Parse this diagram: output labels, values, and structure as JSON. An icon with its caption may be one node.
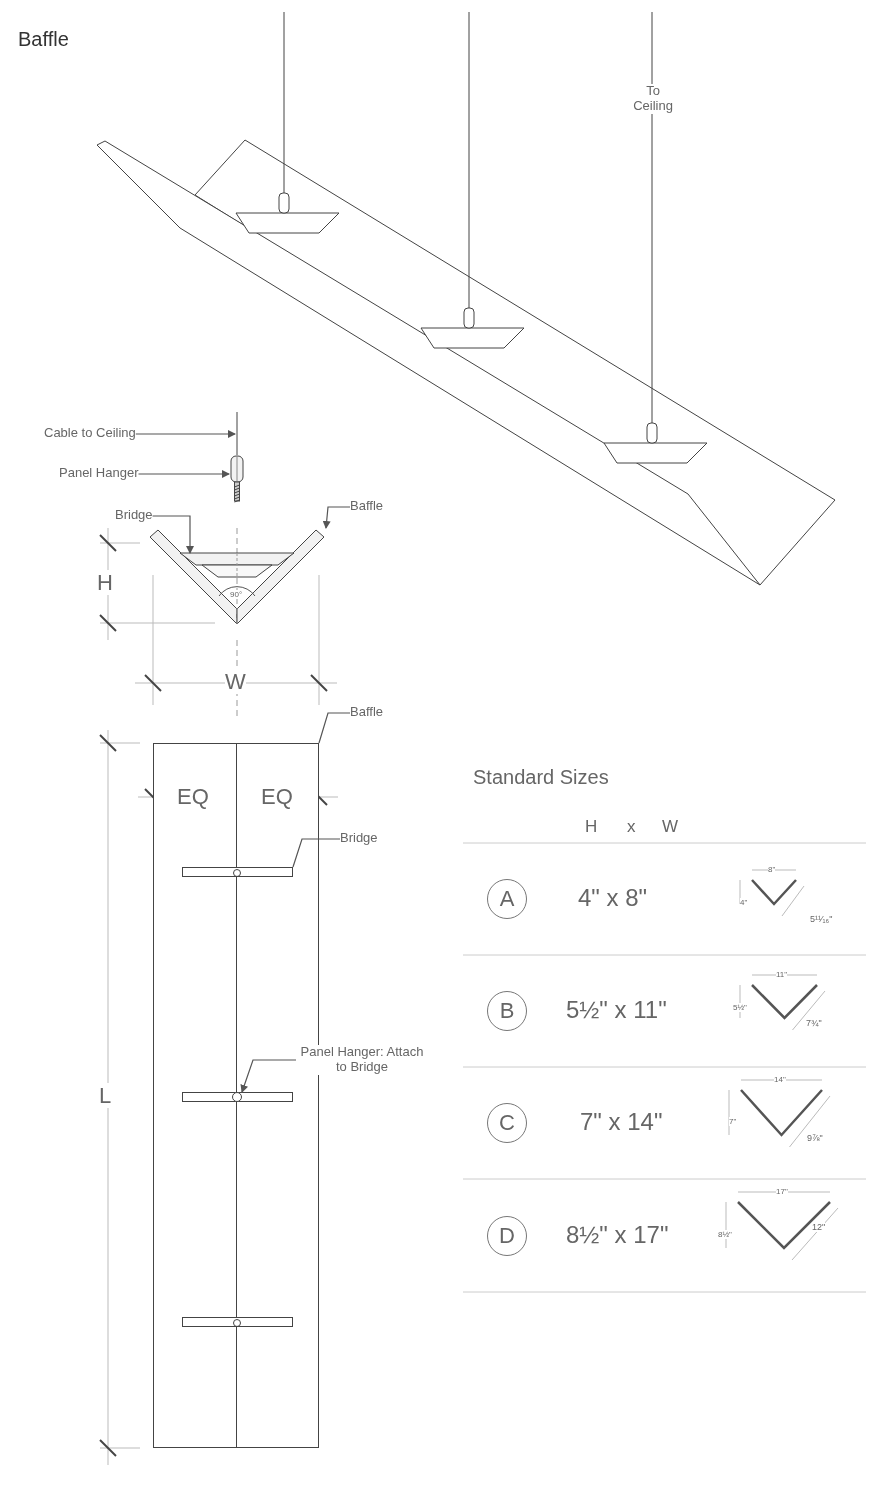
{
  "diagram": {
    "title": "Baffle",
    "nodes": [
      {
        "text": [
          "Cable to Ceiling"
        ]
      },
      {
        "text": [],
        "shape": "line"
      },
      {
        "text": [
          "Panel Hanger"
        ]
      },
      {
        "text": [],
        "shape": "picture"
      },
      {
        "text": [
          "Bridge"
        ]
      },
      {
        "text": [],
        "shape": "picture",
        "in": 7
      },
      {
        "text": [
          "Baffle"
        ]
      },
      {
        "text": [],
        "shape": "picture"
      },
      {
        "text": [
          "Baffle"
        ]
      },
      {
        "text": [],
        "shape": "box"
      },
      {
        "text": [
          "Bridge"
        ]
      },
      {
        "text": [],
        "shape": "bar",
        "in": 9
      },
      {
        "text": [
          "Panel Hanger: Attach to Bridge"
        ]
      },
      {
        "text": [],
        "shape": "circle",
        "in": 9
      },
      {
        "text": [
          "A"
        ]
      },
      {
        "text": [
          "B"
        ]
      },
      {
        "text": [
          "C"
        ]
      },
      {
        "text": [
          "D"
        ]
      }
    ],
    "edges": [
      {
        "from": 0,
        "to": 1,
        "arrow": "to"
      },
      {
        "from": 2,
        "to": 3,
        "arrow": "to"
      },
      {
        "from": 4,
        "to": 5,
        "arrow": "to"
      },
      {
        "from": 6,
        "to": 7,
        "arrow": "to"
      },
      {
        "from": 8,
        "to": 9,
        "arrow": "none"
      },
      {
        "from": 10,
        "to": 11,
        "arrow": "none"
      },
      {
        "from": 12,
        "to": 13,
        "arrow": "to"
      }
    ],
    "labels": [
      "To Ceiling",
      "H",
      "90°",
      "W",
      "EQ",
      "EQ",
      "L",
      "Standard Sizes",
      "H",
      "x",
      "W",
      "4\" x 8\"",
      "8\"",
      "4\"",
      "5¹¹⁄₁₆\"",
      "5½\" x 11\"",
      "11\"",
      "5½\"",
      "7¾\"",
      "7\" x 14\"",
      "14\"",
      "7\"",
      "9⅞\"",
      "8½\" x 17\"",
      "17\"",
      "8½\"",
      "12\""
    ]
  }
}
